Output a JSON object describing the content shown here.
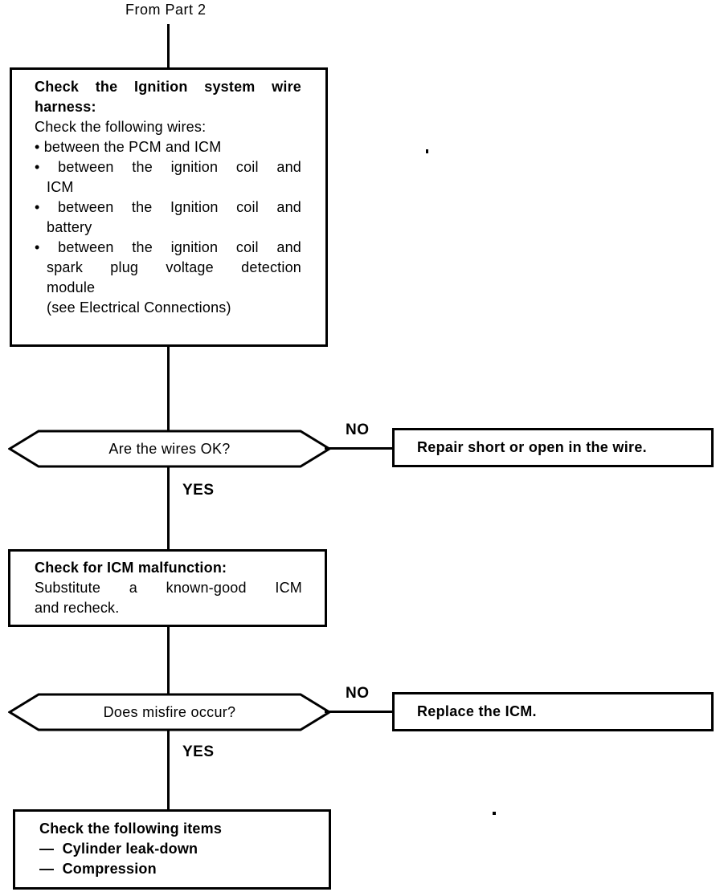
{
  "colors": {
    "ink": "#000000",
    "paper": "#ffffff"
  },
  "flow": {
    "start_label": "From Part 2",
    "box1": {
      "lines": [
        "Check the Ignition system wire",
        "harness:",
        "Check the following wires:",
        "• between the PCM and ICM",
        "• between the ignition coil and",
        "ICM",
        "• between the Ignition coil and",
        "battery",
        "• between the ignition coil and",
        "spark plug voltage detection",
        "module",
        "(see Electrical Connections)"
      ]
    },
    "decision1": {
      "label": "Are the wires OK?",
      "no": "NO",
      "yes": "YES"
    },
    "action1": {
      "label": "Repair short or open in the wire."
    },
    "box2": {
      "lines": [
        "Check for ICM malfunction:",
        "Substitute a known-good ICM",
        "and recheck."
      ]
    },
    "decision2": {
      "label": "Does misfire occur?",
      "no": "NO",
      "yes": "YES"
    },
    "action2": {
      "label": "Replace the ICM."
    },
    "box3": {
      "lines": [
        "Check the following items",
        "—  Cylinder leak-down",
        "—  Compression"
      ]
    }
  }
}
